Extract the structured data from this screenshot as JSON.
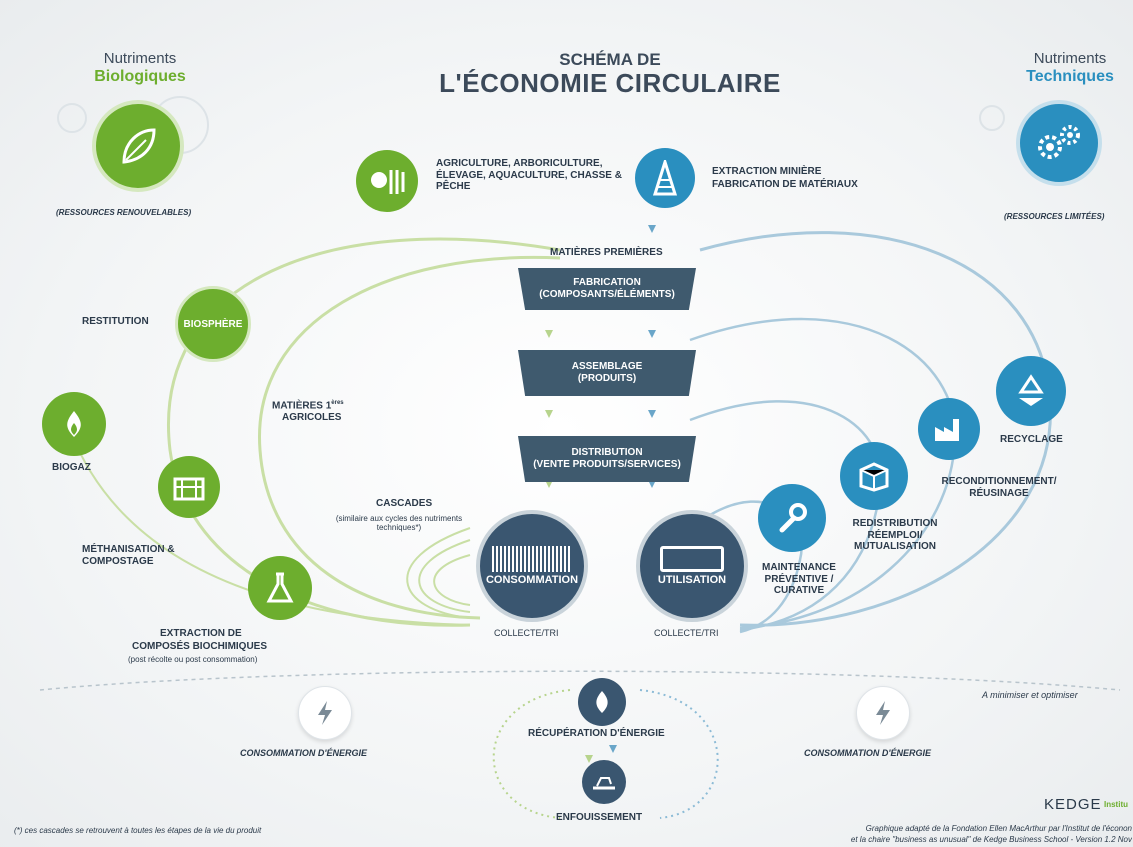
{
  "header": {
    "title_line1": "SCHÉMA DE",
    "title_line2": "L'ÉCONOMIE CIRCULAIRE"
  },
  "left_panel": {
    "heading": "Nutriments",
    "subheading": "Biologiques",
    "note": "(RESSOURCES RENOUVELABLES)",
    "icon": "leaf-icon"
  },
  "right_panel": {
    "heading": "Nutriments",
    "subheading": "Techniques",
    "note": "(RESSOURCES LIMITÉES)",
    "icon": "gears-icon"
  },
  "sources": {
    "bio": "AGRICULTURE, ARBORICULTURE, ÉLEVAGE, AQUACULTURE, CHASSE & PÊCHE",
    "tech_line1": "EXTRACTION MINIÈRE",
    "tech_line2": "FABRICATION DE MATÉRIAUX"
  },
  "chain": {
    "raw": "MATIÈRES PREMIÈRES",
    "fab_1": "FABRICATION",
    "fab_2": "(COMPOSANTS/ÉLÉMENTS)",
    "asm_1": "ASSEMBLAGE",
    "asm_2": "(PRODUITS)",
    "dist_1": "DISTRIBUTION",
    "dist_2": "(VENTE PRODUITS/SERVICES)",
    "consumption": "CONSOMMATION",
    "utilisation": "UTILISATION",
    "collect_left": "COLLECTE/TRI",
    "collect_right": "COLLECTE/TRI"
  },
  "bio_cycle": {
    "restitution": "RESTITUTION",
    "biosphere": "BIOSPHÈRE",
    "matieres_1": "MATIÈRES 1",
    "matieres_sup": "ères",
    "matieres_2": "AGRICOLES",
    "biogaz": "BIOGAZ",
    "methanisation": "MÉTHANISATION & COMPOSTAGE",
    "extraction_1": "EXTRACTION DE",
    "extraction_2": "COMPOSÉS BIOCHIMIQUES",
    "extraction_note": "(post récolte ou post consommation)",
    "cascades": "CASCADES",
    "cascades_note": "(similaire aux cycles des nutriments techniques*)"
  },
  "tech_cycle": {
    "recyclage": "RECYCLAGE",
    "recond": "RECONDITIONNEMENT/ RÉUSINAGE",
    "redistrib": "REDISTRIBUTION RÉEMPLOI/ MUTUALISATION",
    "maintenance": "MAINTENANCE PRÉVENTIVE / CURATIVE"
  },
  "bottom": {
    "energy_left": "CONSOMMATION D'ÉNERGIE",
    "energy_right": "CONSOMMATION D'ÉNERGIE",
    "recovery": "RÉCUPÉRATION D'ÉNERGIE",
    "landfill": "ENFOUISSEMENT",
    "minimize": "A minimiser et optimiser"
  },
  "footer": {
    "footnote": "(*) ces cascades se retrouvent à toutes les étapes de la vie du produit",
    "credit_1": "Graphique adapté de la Fondation Ellen MacArthur par l'Institut de l'éconon",
    "credit_2": "et la chaire \"business as unusual\" de Kedge Business School - Version 1.2 Nov",
    "logo": "KEDGE",
    "logo2": "Institu"
  },
  "colors": {
    "green": "#6dae2e",
    "blue": "#2a8fbf",
    "dark": "#3f5a6e",
    "accent_bio": "#6dae2e",
    "accent_tech": "#2a8fbf"
  }
}
